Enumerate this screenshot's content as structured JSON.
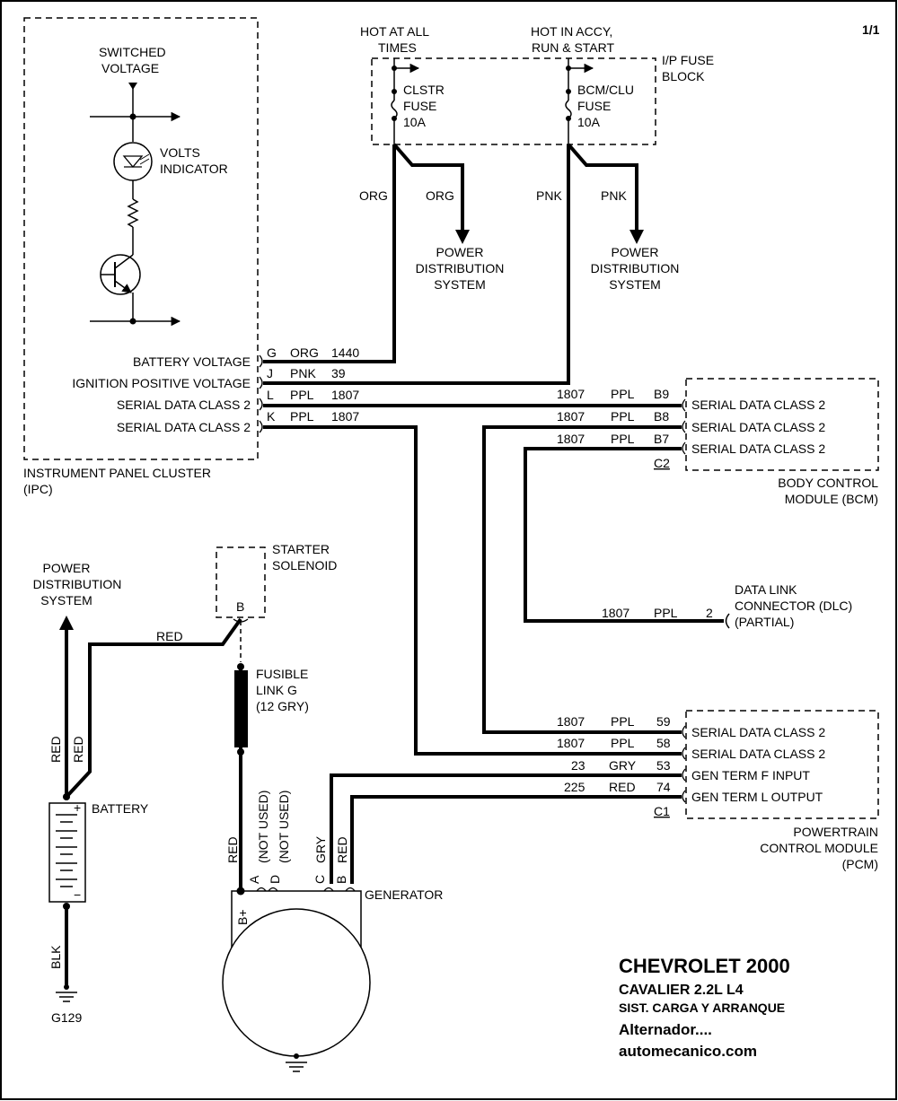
{
  "page": {
    "number": "1/1"
  },
  "fuse_block": {
    "hot_at_all_times": [
      "HOT AT ALL",
      "TIMES"
    ],
    "hot_in_accy": [
      "HOT IN ACCY,",
      "RUN & START"
    ],
    "name": [
      "I/P FUSE",
      "BLOCK"
    ],
    "fuse1": [
      "CLSTR",
      "FUSE",
      "10A"
    ],
    "fuse2": [
      "BCM/CLU",
      "FUSE",
      "10A"
    ]
  },
  "power_dist": [
    "POWER",
    "DISTRIBUTION",
    "SYSTEM"
  ],
  "wires": {
    "org": "ORG",
    "pnk": "PNK",
    "red": "RED",
    "blk": "BLK",
    "gry": "GRY",
    "ppl": "PPL"
  },
  "ipc": {
    "switched_voltage": [
      "SWITCHED",
      "VOLTAGE"
    ],
    "volts_indicator": [
      "VOLTS",
      "INDICATOR"
    ],
    "name": [
      "INSTRUMENT PANEL CLUSTER",
      "(IPC)"
    ],
    "pins": [
      {
        "label": "BATTERY VOLTAGE",
        "pin": "G",
        "color": "ORG",
        "circuit": "1440"
      },
      {
        "label": "IGNITION POSITIVE VOLTAGE",
        "pin": "J",
        "color": "PNK",
        "circuit": "39"
      },
      {
        "label": "SERIAL DATA CLASS 2",
        "pin": "L",
        "color": "PPL",
        "circuit": "1807"
      },
      {
        "label": "SERIAL DATA CLASS 2",
        "pin": "K",
        "color": "PPL",
        "circuit": "1807"
      }
    ]
  },
  "bcm": {
    "name": [
      "BODY CONTROL",
      "MODULE (BCM)"
    ],
    "connector": "C2",
    "pins": [
      {
        "circuit": "1807",
        "color": "PPL",
        "pin": "B9",
        "label": "SERIAL DATA CLASS 2"
      },
      {
        "circuit": "1807",
        "color": "PPL",
        "pin": "B8",
        "label": "SERIAL DATA CLASS 2"
      },
      {
        "circuit": "1807",
        "color": "PPL",
        "pin": "B7",
        "label": "SERIAL DATA CLASS 2"
      }
    ]
  },
  "dlc": {
    "name": [
      "DATA LINK",
      "CONNECTOR (DLC)",
      "(PARTIAL)"
    ],
    "circuit": "1807",
    "color": "PPL",
    "pin": "2"
  },
  "pcm": {
    "name": [
      "POWERTRAIN",
      "CONTROL MODULE",
      "(PCM)"
    ],
    "connector": "C1",
    "pins": [
      {
        "circuit": "1807",
        "color": "PPL",
        "pin": "59",
        "label": "SERIAL DATA CLASS 2"
      },
      {
        "circuit": "1807",
        "color": "PPL",
        "pin": "58",
        "label": "SERIAL DATA CLASS 2"
      },
      {
        "circuit": "23",
        "color": "GRY",
        "pin": "53",
        "label": "GEN TERM F INPUT"
      },
      {
        "circuit": "225",
        "color": "RED",
        "pin": "74",
        "label": "GEN TERM L OUTPUT"
      }
    ]
  },
  "starter": {
    "name": [
      "STARTER",
      "SOLENOID"
    ],
    "pin": "B"
  },
  "fusible_link": [
    "FUSIBLE",
    "LINK G",
    "(12 GRY)"
  ],
  "battery": {
    "name": "BATTERY",
    "plus": "+",
    "minus": "−"
  },
  "ground": "G129",
  "generator": {
    "name": "GENERATOR",
    "bplus": "B+",
    "pins": [
      "A",
      "D",
      "C",
      "B"
    ],
    "not_used": "(NOT USED)"
  },
  "title": {
    "make": "CHEVROLET 2000",
    "model": "CAVALIER  2.2L  L4",
    "system": "SIST. CARGA Y ARRANQUE",
    "component": "Alternador....",
    "site": "automecanico.com"
  }
}
